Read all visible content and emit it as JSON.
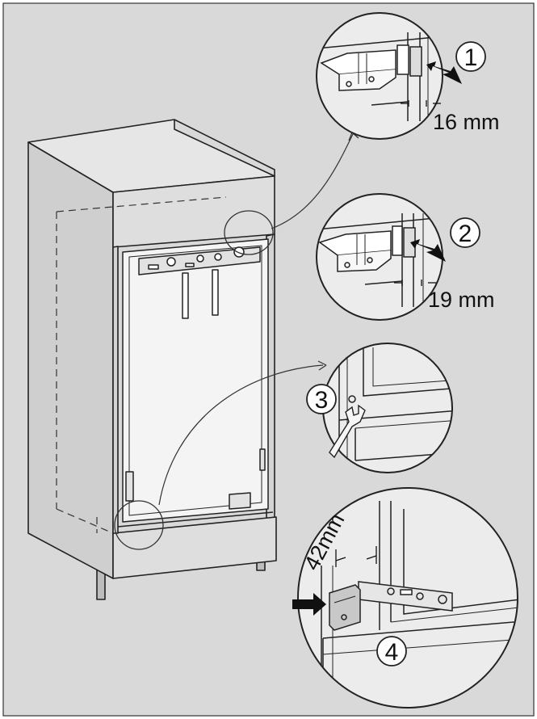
{
  "colors": {
    "background": "#d9d9d9",
    "cabinet_face": "#dedede",
    "cabinet_side": "#cfcfcf",
    "appliance_face": "#f4f4f4",
    "detail_bg": "#ececec",
    "ink": "#111111"
  },
  "steps": {
    "step1": {
      "number": "1",
      "dimension": "16 mm"
    },
    "step2": {
      "number": "2",
      "dimension": "19 mm"
    },
    "step3": {
      "number": "3"
    },
    "step4": {
      "number": "4",
      "dimension": "42mm"
    }
  },
  "icons": {
    "push_arrow": "arrow-right-icon",
    "wrench": "wrench-icon"
  }
}
